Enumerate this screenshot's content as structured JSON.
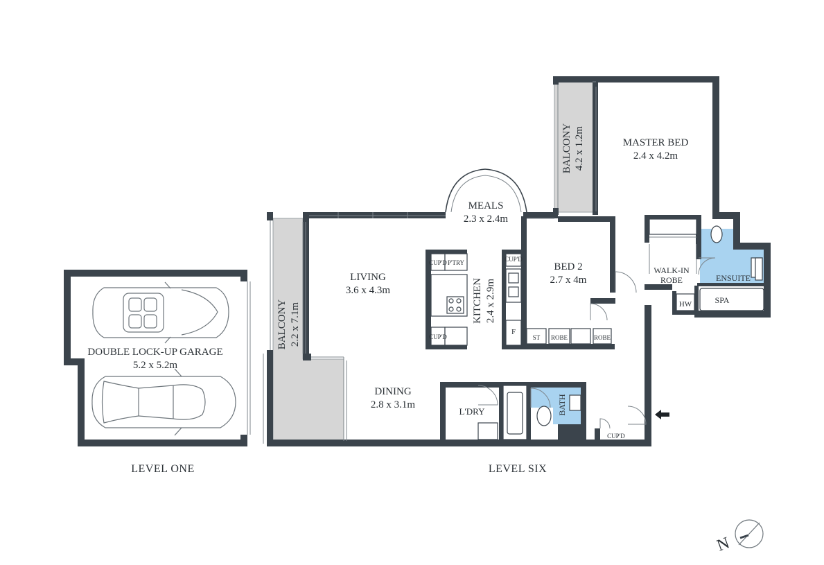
{
  "rooms": {
    "master_bed": {
      "name": "MASTER BED",
      "size": "2.4 x 4.2m"
    },
    "balcony_top": {
      "name": "BALCONY",
      "size": "4.2 x 1.2m"
    },
    "meals": {
      "name": "MEALS",
      "size": "2.3 x 2.4m"
    },
    "living": {
      "name": "LIVING",
      "size": "3.6 x 4.3m"
    },
    "kitchen": {
      "name": "KITCHEN",
      "size": "2.4 x 2.9m"
    },
    "bed2": {
      "name": "BED 2",
      "size": "2.7 x 4m"
    },
    "walkin": {
      "name": "WALK-IN",
      "name2": "ROBE"
    },
    "ensuite": {
      "name": "ENSUITE"
    },
    "spa": {
      "name": "SPA"
    },
    "hw": {
      "name": "HW"
    },
    "balcony_left": {
      "name": "BALCONY",
      "size": "2.2 x 7.1m"
    },
    "dining": {
      "name": "DINING",
      "size": "2.8 x 3.1m"
    },
    "laundry": {
      "name": "L'DRY"
    },
    "bath": {
      "name": "BATH"
    },
    "garage": {
      "name": "DOUBLE LOCK-UP GARAGE",
      "size": "5.2 x 5.2m"
    }
  },
  "small_labels": {
    "cupd": "CUP'D",
    "pantry": "P'TRY",
    "fridge": "F",
    "store": "ST",
    "robe": "ROBE"
  },
  "levels": {
    "level_one": "LEVEL ONE",
    "level_six": "LEVEL SIX"
  },
  "compass": {
    "letter": "N"
  },
  "colors": {
    "wall": "#3b444c",
    "balcony": "#d6d6d6",
    "wet_area": "#a9d3f0"
  },
  "icons": {
    "entry": "arrow-left-icon",
    "compass": "compass-icon"
  }
}
